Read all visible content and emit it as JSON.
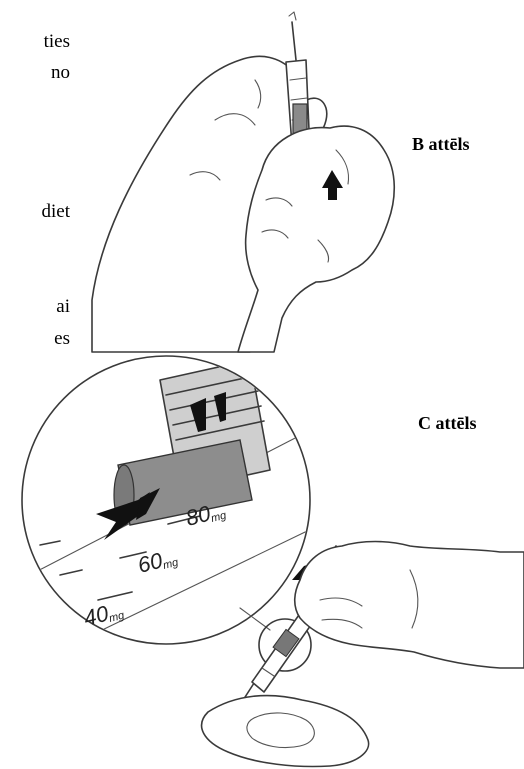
{
  "left_text_fragments": [
    "ties",
    "no",
    "diet",
    "ai",
    "es"
  ],
  "captions": {
    "figure_b": "B attēls",
    "figure_c": "C attēls"
  },
  "syringe_scale": {
    "mark_80": "80",
    "mark_60": "60",
    "mark_40": "40",
    "unit": "mg"
  }
}
